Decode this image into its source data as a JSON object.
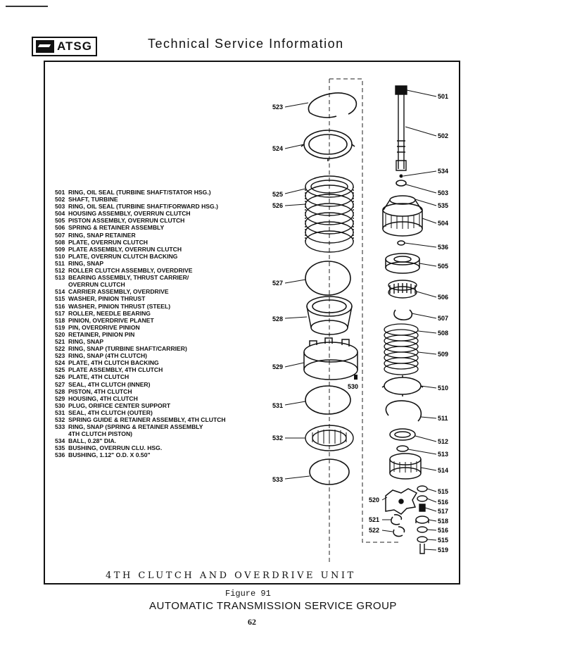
{
  "header": {
    "logo_text": "ATSG",
    "title": "Technical Service Information"
  },
  "parts_list": [
    {
      "num": "501",
      "desc": "RING, OIL SEAL (TURBINE SHAFT/STATOR HSG.)"
    },
    {
      "num": "502",
      "desc": "SHAFT, TURBINE"
    },
    {
      "num": "503",
      "desc": "RING, OIL SEAL (TURBINE SHAFT/FORWARD HSG.)"
    },
    {
      "num": "504",
      "desc": "HOUSING ASSEMBLY, OVERRUN CLUTCH"
    },
    {
      "num": "505",
      "desc": "PISTON ASSEMBLY, OVERRUN CLUTCH"
    },
    {
      "num": "506",
      "desc": "SPRING & RETAINER ASSEMBLY"
    },
    {
      "num": "507",
      "desc": "RING, SNAP RETAINER"
    },
    {
      "num": "508",
      "desc": "PLATE, OVERRUN CLUTCH"
    },
    {
      "num": "509",
      "desc": "PLATE ASSEMBLY, OVERRUN CLUTCH"
    },
    {
      "num": "510",
      "desc": "PLATE, OVERRUN CLUTCH BACKING"
    },
    {
      "num": "511",
      "desc": "RING, SNAP"
    },
    {
      "num": "512",
      "desc": "ROLLER CLUTCH ASSEMBLY, OVERDRIVE"
    },
    {
      "num": "513",
      "desc": "BEARING ASSEMBLY, THRUST CARRIER/"
    },
    {
      "num": "",
      "desc": "OVERRUN CLUTCH"
    },
    {
      "num": "514",
      "desc": "CARRIER ASSEMBLY, OVERDRIVE"
    },
    {
      "num": "515",
      "desc": "WASHER, PINION THRUST"
    },
    {
      "num": "516",
      "desc": "WASHER, PINION THRUST (STEEL)"
    },
    {
      "num": "517",
      "desc": "ROLLER, NEEDLE BEARING"
    },
    {
      "num": "518",
      "desc": "PINION, OVERDRIVE PLANET"
    },
    {
      "num": "519",
      "desc": "PIN, OVERDRIVE PINION"
    },
    {
      "num": "520",
      "desc": "RETAINER, PINION PIN"
    },
    {
      "num": "521",
      "desc": "RING, SNAP"
    },
    {
      "num": "522",
      "desc": "RING, SNAP (TURBINE SHAFT/CARRIER)"
    },
    {
      "num": "523",
      "desc": "RING, SNAP (4TH CLUTCH)"
    },
    {
      "num": "524",
      "desc": "PLATE, 4TH CLUTCH BACKING"
    },
    {
      "num": "525",
      "desc": "PLATE ASSEMBLY, 4TH CLUTCH"
    },
    {
      "num": "526",
      "desc": "PLATE, 4TH CLUTCH"
    },
    {
      "num": "527",
      "desc": "SEAL, 4TH CLUTCH (INNER)"
    },
    {
      "num": "528",
      "desc": "PISTON, 4TH CLUTCH"
    },
    {
      "num": "529",
      "desc": "HOUSING, 4TH CLUTCH"
    },
    {
      "num": "530",
      "desc": "PLUG, ORIFICE CENTER SUPPORT"
    },
    {
      "num": "531",
      "desc": "SEAL, 4TH CLUTCH (OUTER)"
    },
    {
      "num": "532",
      "desc": "SPRING GUIDE & RETAINER ASSEMBLY, 4TH CLUTCH"
    },
    {
      "num": "533",
      "desc": "RING, SNAP (SPRING & RETAINER ASSEMBLY"
    },
    {
      "num": "",
      "desc": "4TH CLUTCH PISTON)"
    },
    {
      "num": "534",
      "desc": "BALL, 0.28\" DIA."
    },
    {
      "num": "535",
      "desc": "BUSHING, OVERRUN CLU. HSG."
    },
    {
      "num": "536",
      "desc": "BUSHING, 1.12\" O.D. X 0.50\""
    }
  ],
  "callouts": {
    "left_column": [
      "523",
      "524",
      "525",
      "526",
      "527",
      "528",
      "529",
      "530",
      "531",
      "532",
      "533"
    ],
    "right_column": [
      "501",
      "502",
      "534",
      "503",
      "535",
      "504",
      "536",
      "505",
      "506",
      "507",
      "508",
      "509",
      "510",
      "511",
      "512",
      "513",
      "514",
      "515",
      "516",
      "517",
      "518",
      "516",
      "515",
      "519"
    ],
    "carrier_parts": [
      "520",
      "521",
      "522"
    ]
  },
  "caption": {
    "title": "4TH CLUTCH AND OVERDRIVE UNIT",
    "figure": "Figure 91"
  },
  "footer": {
    "title": "AUTOMATIC TRANSMISSION SERVICE GROUP",
    "page": "62"
  }
}
